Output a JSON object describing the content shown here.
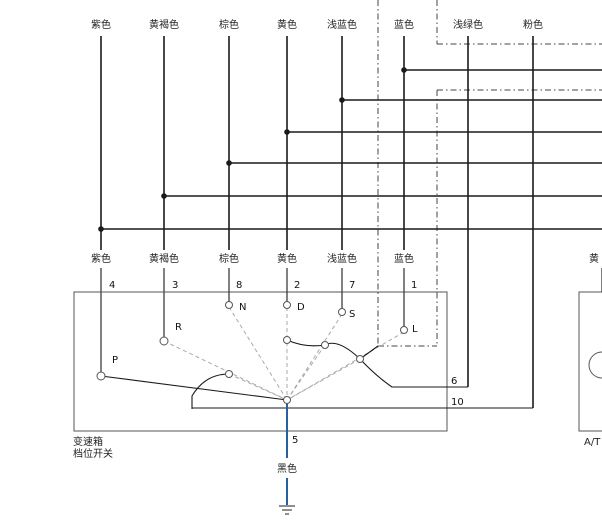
{
  "top_wire_labels": [
    "紫色",
    "黄褐色",
    "棕色",
    "黄色",
    "浅蓝色",
    "蓝色",
    "浅绿色",
    "粉色"
  ],
  "lower_wire_labels": [
    "紫色",
    "黄褐色",
    "棕色",
    "黄色",
    "浅蓝色",
    "蓝色"
  ],
  "right_cut_label": "黄",
  "pin_numbers": [
    "4",
    "3",
    "8",
    "2",
    "7",
    "1"
  ],
  "positions": [
    "P",
    "R",
    "N",
    "D",
    "S",
    "L"
  ],
  "side_pins": [
    "6",
    "10"
  ],
  "ground_pin": "5",
  "ground_wire_label": "黑色",
  "switch_name_line1": "变速箱",
  "switch_name_line2": "档位开关",
  "right_box_label": "A/T"
}
